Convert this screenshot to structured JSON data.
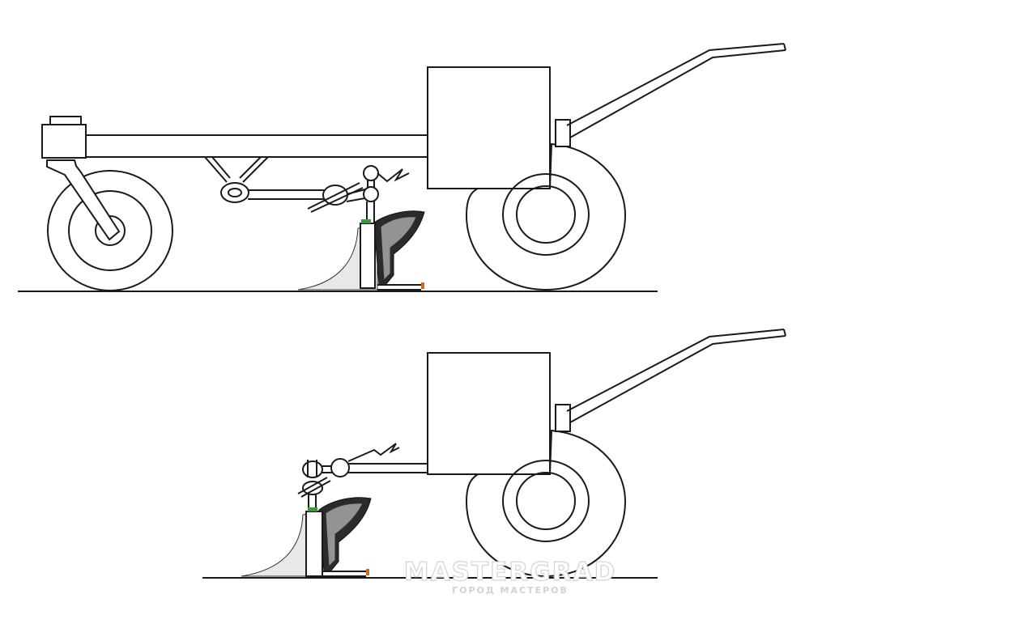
{
  "watermark": {
    "brand": "MASTERGRAD",
    "tagline": "ГОРОД МАСТЕРОВ"
  },
  "colors": {
    "line": "#1a1a1a",
    "background": "#ffffff",
    "moldboard": "#2b2b2b",
    "mount_accent": "#3c9a3c",
    "share_tip": "#d06a1a",
    "watermark": "#d4d4d4"
  },
  "drawings": [
    {
      "id": "top",
      "description_visible": false
    },
    {
      "id": "bottom",
      "description_visible": false
    }
  ]
}
